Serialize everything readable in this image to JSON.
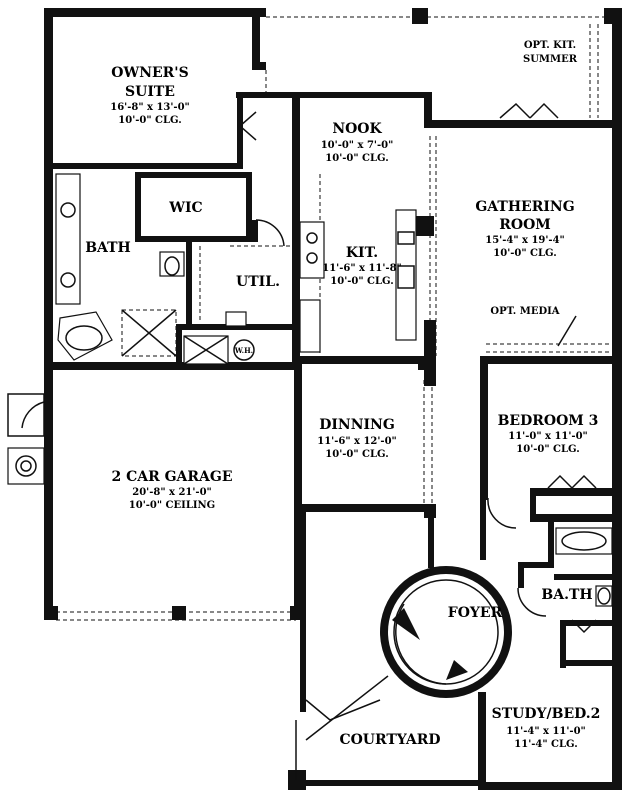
{
  "rooms": {
    "owners_suite": {
      "name1": "OWNER'S",
      "name2": "SUITE",
      "size": "16'-8\" x 13'-0\"",
      "clg": "10'-0\" CLG."
    },
    "wic": {
      "name": "WIC"
    },
    "bath": {
      "name": "BATH"
    },
    "util": {
      "name": "UTIL."
    },
    "wh": {
      "name": "W.H."
    },
    "nook": {
      "name": "NOOK",
      "size": "10'-0\" x 7'-0\"",
      "clg": "10'-0\" CLG."
    },
    "kit": {
      "name": "KIT.",
      "size": "11'-6\" x 11'-8\"",
      "clg": "10'-0\" CLG."
    },
    "opt_kit_summer": {
      "line1": "OPT. KIT.",
      "line2": "SUMMER"
    },
    "gathering_room": {
      "name1": "GATHERING",
      "name2": "ROOM",
      "size": "15'-4\" x 19'-4\"",
      "clg": "10'-0\" CLG."
    },
    "opt_media": {
      "name": "OPT. MEDIA"
    },
    "garage": {
      "name": "2 CAR GARAGE",
      "size": "20'-8\" x 21'-0\"",
      "clg": "10'-0\" CEILING"
    },
    "dinning": {
      "name": "DINNING",
      "size": "11'-6\" x 12'-0\"",
      "clg": "10'-0\" CLG."
    },
    "bedroom3": {
      "name": "BEDROOM 3",
      "size": "11'-0\" x 11'-0\"",
      "clg": "10'-0\" CLG."
    },
    "foyer": {
      "name": "FOYER"
    },
    "bath2": {
      "name": "BA.TH"
    },
    "courtyard": {
      "name": "COURTYARD"
    },
    "study": {
      "name": "STUDY/BED.2",
      "size": "11'-4\" x 11'-0\"",
      "clg": "11'-4\" CLG."
    }
  }
}
